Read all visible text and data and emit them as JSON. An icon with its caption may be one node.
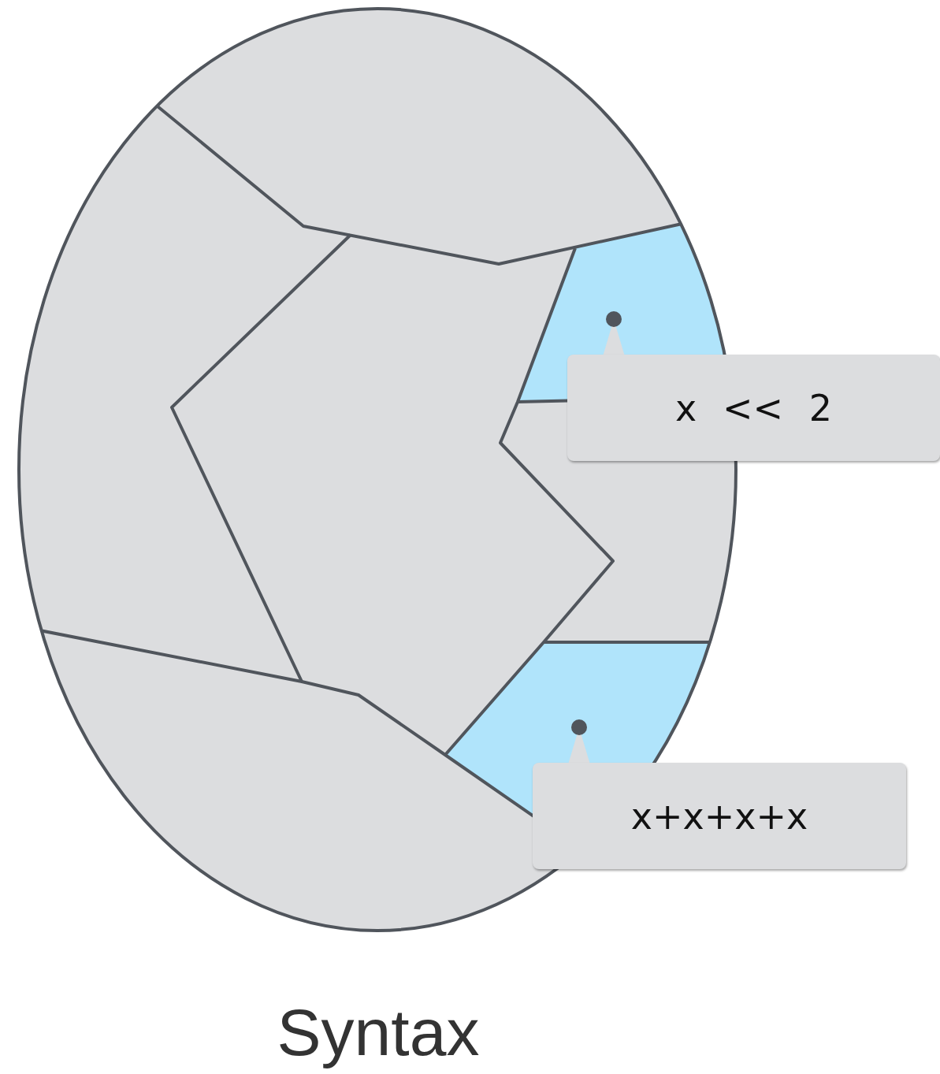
{
  "diagram": {
    "caption": "Syntax",
    "nodes": [
      {
        "text": [],
        "shape": "polygon"
      },
      {
        "text": [
          "x << 2"
        ]
      },
      {
        "text": [],
        "shape": "polygon"
      },
      {
        "text": [
          "x+x+x+x"
        ]
      }
    ],
    "edges": [
      {
        "from": 1,
        "to": 0,
        "arrow": "other"
      },
      {
        "from": 3,
        "to": 2,
        "arrow": "other"
      }
    ]
  }
}
